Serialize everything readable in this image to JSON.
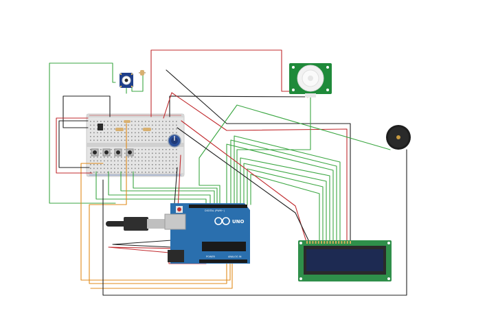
{
  "colors": {
    "background": "#ffffff",
    "wire_green": "#3aa641",
    "wire_red": "#c0282c",
    "wire_black": "#1f1f1f",
    "wire_orange": "#e08a18",
    "arduino_board": "#2a6fae",
    "pir_board": "#1f8a3a",
    "lcd_board": "#2f8f4a",
    "lcd_screen": "#1d2a52",
    "buzzer": "#1e1e1e",
    "breadboard": "#e4e4e4"
  },
  "components": {
    "arduino": {
      "icon": "arduino-uno-board",
      "logo_text": "UNO",
      "digital_label": "DIGITAL (PWM~)",
      "power_label": "POWER",
      "analog_label": "ANALOG IN"
    },
    "pir": {
      "icon": "pir-motion-sensor"
    },
    "lcd": {
      "icon": "lcd-16x2-display"
    },
    "buzzer": {
      "icon": "piezo-buzzer"
    },
    "potentiometer": {
      "icon": "potentiometer-knob"
    },
    "temp_sensor": {
      "icon": "temperature-sensor"
    },
    "usb_cable": {
      "icon": "usb-cable"
    },
    "breadboard": {
      "icon": "breadboard"
    },
    "pushbuttons": {
      "icon": "pushbutton",
      "count": 4
    }
  }
}
